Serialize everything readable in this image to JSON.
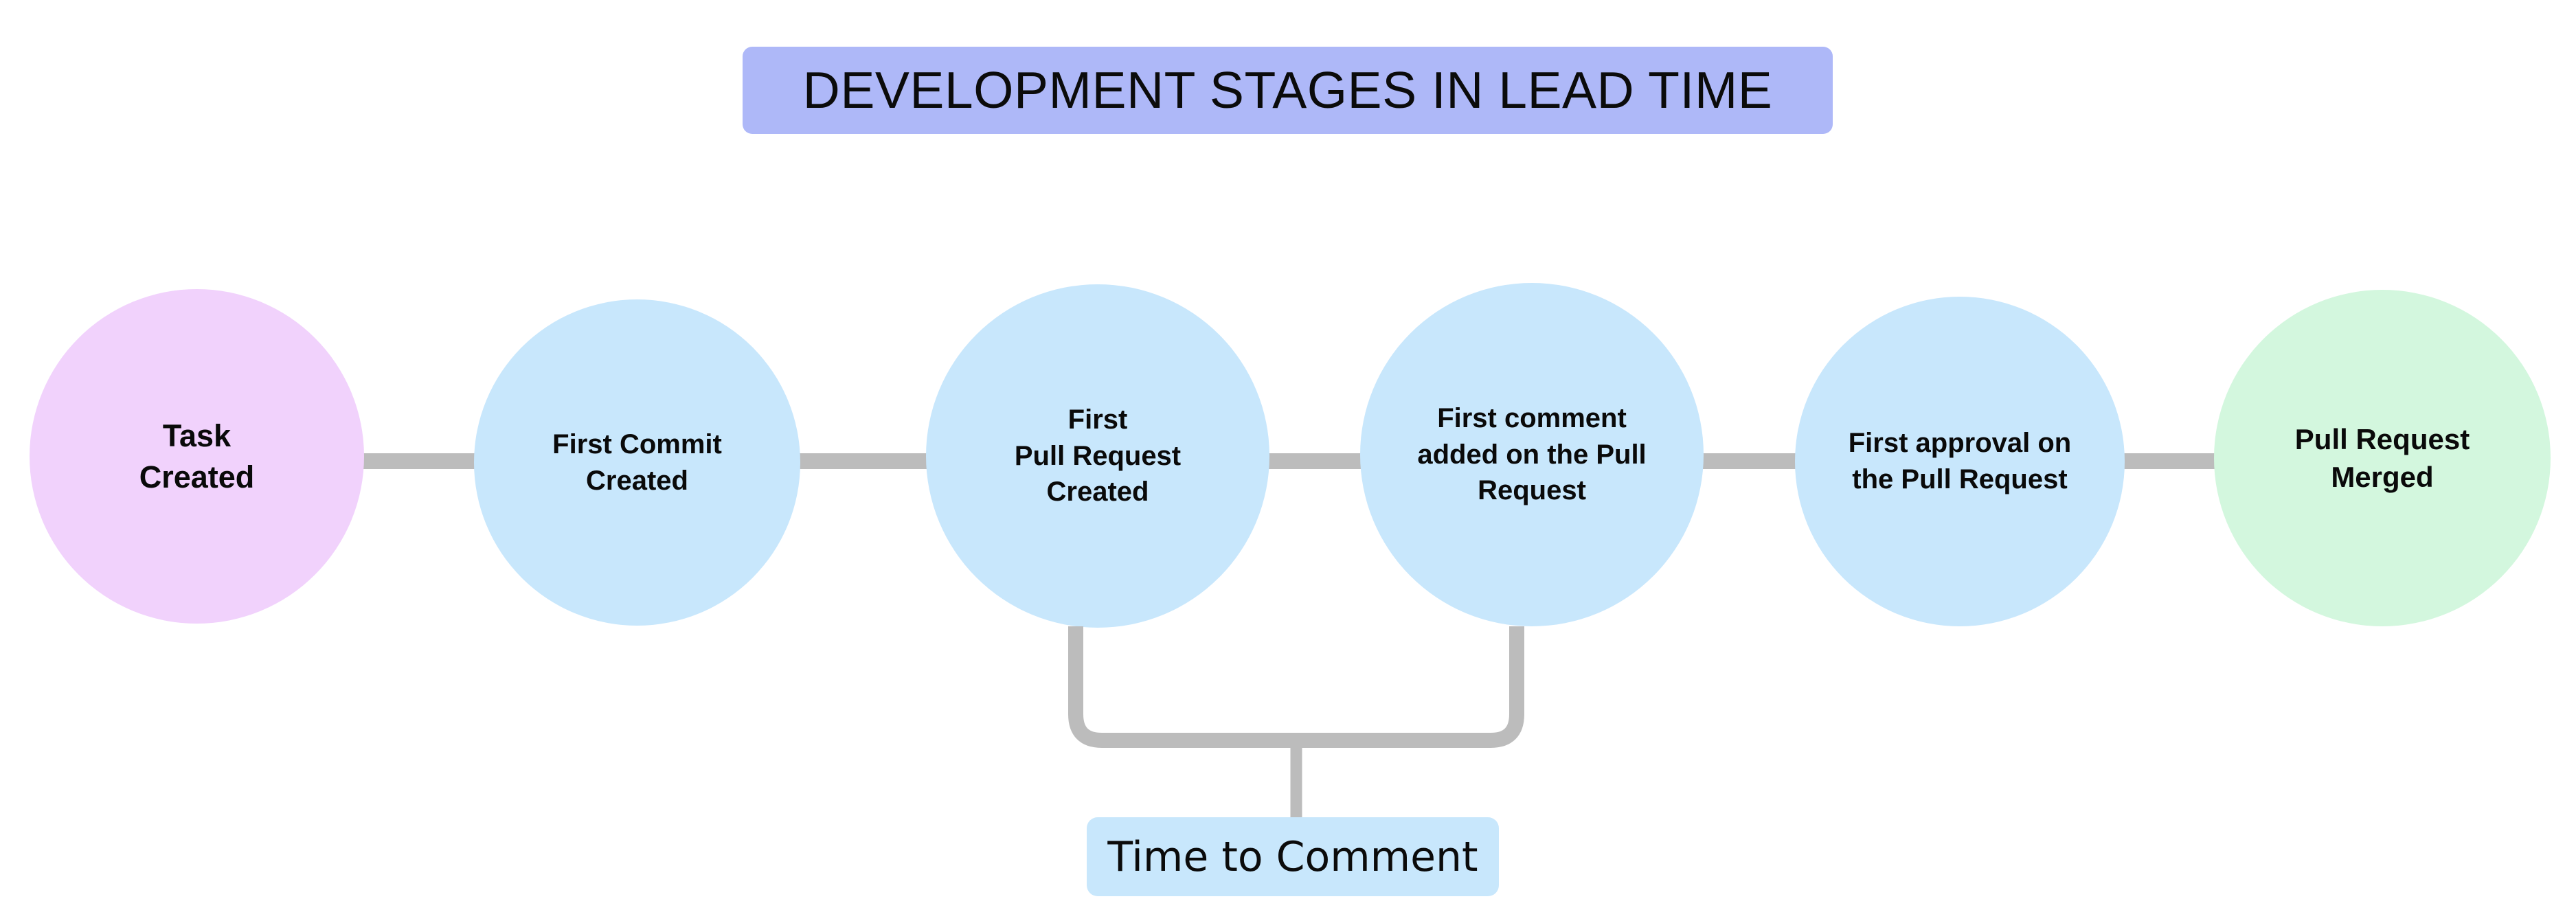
{
  "title": {
    "text": "DEVELOPMENT STAGES IN LEAD TIME",
    "background_color": "#aeb8f8",
    "text_color": "#0b0b0b"
  },
  "colors": {
    "start_node": "#f1d2fc",
    "process_node": "#c8e7fc",
    "end_node": "#d3f7de",
    "connector": "#bcbcbc",
    "label_pill": "#c8e7fc",
    "page_background": "#ffffff"
  },
  "stages": [
    {
      "id": "task-created",
      "label": "Task\nCreated",
      "color": "#f1d2fc",
      "type": "start"
    },
    {
      "id": "first-commit-created",
      "label": "First Commit\nCreated",
      "color": "#c8e7fc",
      "type": "process"
    },
    {
      "id": "first-pull-request-created",
      "label": "First\nPull Request\nCreated",
      "color": "#c8e7fc",
      "type": "process"
    },
    {
      "id": "first-comment-added",
      "label": "First comment\nadded on the Pull\nRequest",
      "color": "#c8e7fc",
      "type": "process"
    },
    {
      "id": "first-approval",
      "label": "First approval on\nthe Pull Request",
      "color": "#c8e7fc",
      "type": "process"
    },
    {
      "id": "pull-request-merged",
      "label": "Pull Request\nMerged",
      "color": "#d3f7de",
      "type": "end"
    }
  ],
  "measure": {
    "label": "Time to Comment",
    "from_stage": "first-pull-request-created",
    "to_stage": "first-comment-added"
  }
}
